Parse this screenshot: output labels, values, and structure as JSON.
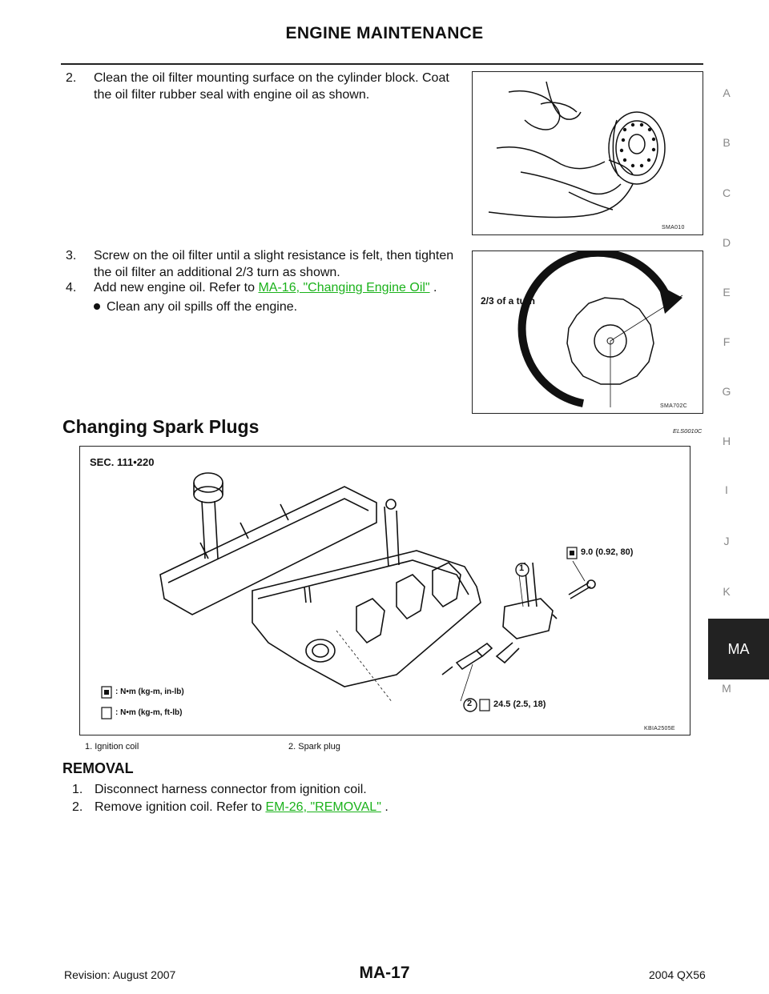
{
  "header": {
    "title": "ENGINE MAINTENANCE"
  },
  "steps_top": [
    {
      "num": "2.",
      "text": "Clean the oil filter mounting surface on the cylinder block. Coat the oil filter rubber seal with engine oil as shown."
    },
    {
      "num": "3.",
      "text": "Screw on the oil filter until a slight resistance is felt, then tighten the oil filter an additional 2/3 turn as shown."
    },
    {
      "num": "4.",
      "text_before": "Add new engine oil. Refer to ",
      "link": "MA-16, \"Changing Engine Oil\"",
      "text_after": " ."
    }
  ],
  "bullet": "Clean any oil spills off the engine.",
  "figure1": {
    "code": "SMA010"
  },
  "figure2": {
    "code": "SMA702C",
    "label": "2/3 of a turn"
  },
  "section": {
    "heading": "Changing Spark Plugs",
    "code": "ELS0010C"
  },
  "figure3": {
    "sec": "SEC. 111•220",
    "callout1": "1",
    "callout2": "2",
    "torque1": "9.0 (0.92, 80)",
    "torque2": "24.5 (2.5, 18)",
    "legend1": ": N•m (kg-m, in-lb)",
    "legend2": ": N•m (kg-m, ft-lb)",
    "code": "KBIA2505E"
  },
  "captions": [
    "1.   Ignition coil",
    "2.   Spark plug"
  ],
  "removal": {
    "heading": "REMOVAL",
    "steps": [
      {
        "num": "1.",
        "text": "Disconnect harness connector from ignition coil."
      },
      {
        "num": "2.",
        "text_before": "Remove ignition coil. Refer to ",
        "link": "EM-26, \"REMOVAL\"",
        "text_after": " ."
      }
    ]
  },
  "side_index": [
    "A",
    "B",
    "C",
    "D",
    "E",
    "F",
    "G",
    "H",
    "I",
    "J",
    "K",
    "MA",
    "M"
  ],
  "footer": {
    "revision": "Revision: August 2007",
    "page": "MA-17",
    "model": "2004 QX56"
  }
}
